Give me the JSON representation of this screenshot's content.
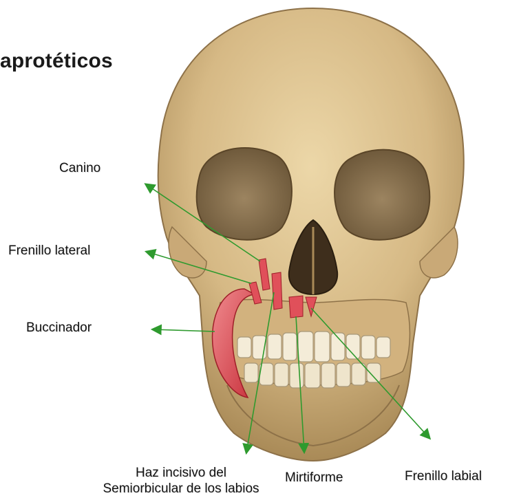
{
  "title": "aprotéticos",
  "labels": {
    "canino": "Canino",
    "frenillo_lateral": "Frenillo lateral",
    "buccinador": "Buccinador",
    "haz_incisivo_1": "Haz incisivo del",
    "haz_incisivo_2": "Semiorbicular de los labios",
    "mirtiforme": "Mirtiforme",
    "frenillo_labial": "Frenillo labial"
  },
  "colors": {
    "bone": "#d9bd8a",
    "bone_shadow": "#a98a57",
    "muscle": "#e0505a",
    "arrow": "#2e9a2e"
  }
}
